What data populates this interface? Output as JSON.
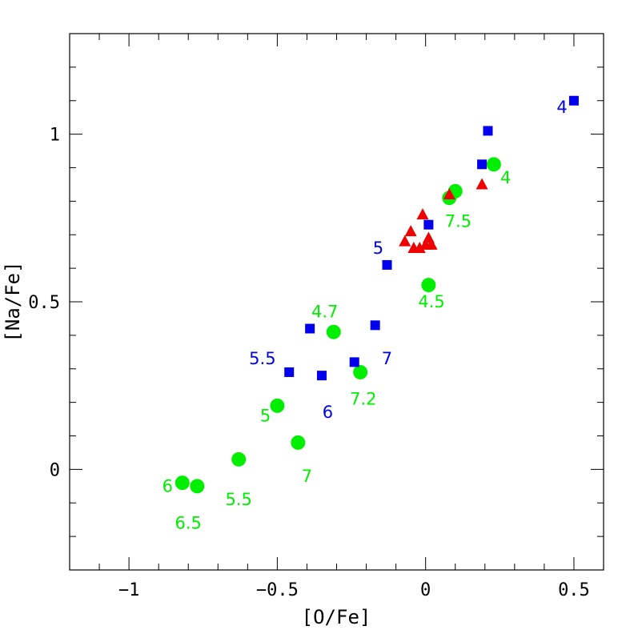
{
  "chart_data": {
    "type": "scatter",
    "xlabel": "[O/Fe]",
    "ylabel": "[Na/Fe]",
    "xlim": [
      -1.2,
      0.6
    ],
    "ylim": [
      -0.3,
      1.3
    ],
    "x_ticks": [
      {
        "value": -1,
        "label": "−1"
      },
      {
        "value": -0.5,
        "label": "−0.5"
      },
      {
        "value": 0,
        "label": "0"
      },
      {
        "value": 0.5,
        "label": "0.5"
      }
    ],
    "y_ticks": [
      {
        "value": 0,
        "label": "0"
      },
      {
        "value": 0.5,
        "label": "0.5"
      },
      {
        "value": 1,
        "label": "1"
      }
    ],
    "x_minor_step": 0.1,
    "y_minor_step": 0.1,
    "grid": false,
    "colors": {
      "green": "#00ee00",
      "blue": "#0000ee",
      "red": "#ee0000"
    },
    "series": [
      {
        "marker": "circle",
        "color": "#00ee00",
        "x": [
          -0.82,
          -0.77,
          -0.63,
          -0.5,
          -0.43,
          -0.31,
          -0.22,
          0.01,
          0.08,
          0.1,
          0.23
        ],
        "y": [
          -0.04,
          -0.05,
          0.03,
          0.19,
          0.08,
          0.41,
          0.29,
          0.55,
          0.81,
          0.83,
          0.91
        ]
      },
      {
        "marker": "square",
        "color": "#0000ee",
        "x": [
          -0.46,
          -0.39,
          -0.35,
          -0.24,
          -0.17,
          -0.13,
          0.01,
          0.19,
          0.21,
          0.5
        ],
        "y": [
          0.29,
          0.42,
          0.28,
          0.32,
          0.43,
          0.61,
          0.73,
          0.91,
          1.01,
          1.1
        ]
      },
      {
        "marker": "triangle",
        "color": "#ee0000",
        "x": [
          -0.07,
          -0.05,
          -0.04,
          -0.02,
          -0.01,
          0.0,
          0.01,
          0.02,
          0.08,
          0.19
        ],
        "y": [
          0.68,
          0.71,
          0.66,
          0.66,
          0.76,
          0.67,
          0.69,
          0.67,
          0.82,
          0.85
        ]
      }
    ],
    "annotations": [
      {
        "text": "6",
        "x": -0.87,
        "y": -0.05,
        "color": "#00ee00"
      },
      {
        "text": "6.5",
        "x": -0.8,
        "y": -0.16,
        "color": "#00ee00"
      },
      {
        "text": "5.5",
        "x": -0.63,
        "y": -0.09,
        "color": "#00ee00"
      },
      {
        "text": "5",
        "x": -0.54,
        "y": 0.16,
        "color": "#00ee00"
      },
      {
        "text": "7",
        "x": -0.4,
        "y": -0.02,
        "color": "#00ee00"
      },
      {
        "text": "4.7",
        "x": -0.34,
        "y": 0.47,
        "color": "#00ee00"
      },
      {
        "text": "7.2",
        "x": -0.21,
        "y": 0.21,
        "color": "#00ee00"
      },
      {
        "text": "4.5",
        "x": 0.02,
        "y": 0.5,
        "color": "#00ee00"
      },
      {
        "text": "7.5",
        "x": 0.11,
        "y": 0.74,
        "color": "#00ee00"
      },
      {
        "text": "4",
        "x": 0.27,
        "y": 0.87,
        "color": "#00ee00"
      },
      {
        "text": "5.5",
        "x": -0.55,
        "y": 0.33,
        "color": "#0000ee"
      },
      {
        "text": "6",
        "x": -0.33,
        "y": 0.17,
        "color": "#0000ee"
      },
      {
        "text": "7",
        "x": -0.13,
        "y": 0.33,
        "color": "#0000ee"
      },
      {
        "text": "5",
        "x": -0.16,
        "y": 0.66,
        "color": "#0000ee"
      },
      {
        "text": "4",
        "x": 0.46,
        "y": 1.08,
        "color": "#0000ee"
      }
    ]
  }
}
